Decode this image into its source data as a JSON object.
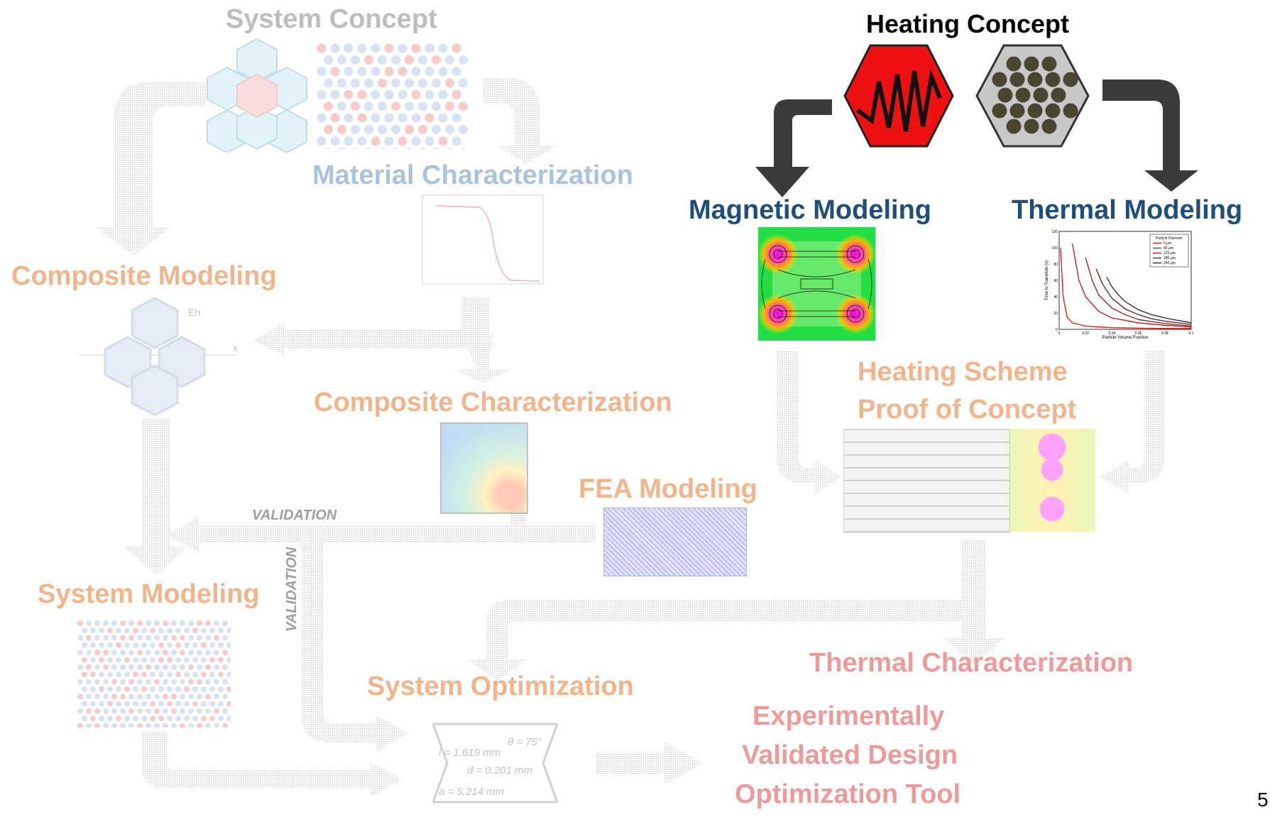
{
  "labels": {
    "system_concept": "System Concept",
    "material_characterization": "Material Characterization",
    "composite_modeling": "Composite Modeling",
    "composite_characterization": "Composite Characterization",
    "fea_modeling": "FEA Modeling",
    "system_modeling": "System Modeling",
    "system_optimization": "System Optimization",
    "heating_concept": "Heating Concept",
    "magnetic_modeling": "Magnetic Modeling",
    "thermal_modeling": "Thermal Modeling",
    "heating_scheme_line1": "Heating Scheme",
    "heating_scheme_line2": "Proof of Concept",
    "thermal_characterization": "Thermal Characterization",
    "outcome_line1": "Experimentally",
    "outcome_line2": "Validated Design",
    "outcome_line3": "Optimization Tool",
    "validation_h": "VALIDATION",
    "validation_v": "VALIDATION",
    "page_number": "5"
  },
  "optimization_figure": {
    "l": "l = 1.619 mm",
    "theta": "θ = 75°",
    "d": "d = 0.201 mm",
    "a": "a = 5.214 mm"
  },
  "composite_figure": {
    "eh_label": "Eh",
    "x_label": "x"
  },
  "thermal_plot": {
    "legend_title": "Particle Diameter",
    "xlabel": "Particle Volume Fraction",
    "ylabel": "Time to Transition (s)",
    "yticks": [
      "0",
      "20",
      "40",
      "60",
      "80",
      "100",
      "120"
    ],
    "xticks": [
      "0",
      "0.02",
      "0.04",
      "0.06",
      "0.08",
      "0.1"
    ]
  },
  "colors": {
    "accent_navy": "#1f4e79",
    "heater_red": "#ee1111",
    "particle_fill": "#4a4530",
    "arrow_dark": "#3b3b3b",
    "arrow_ghost": "#c4c4c4"
  },
  "chart_data": {
    "type": "line",
    "ylim": [
      0,
      120
    ],
    "xlim": [
      0,
      0.1
    ],
    "series": [
      {
        "name": "5 μm",
        "color": "#e3120b",
        "x": [
          0.001,
          0.003,
          0.006,
          0.01,
          0.02,
          0.04,
          0.06,
          0.08,
          0.1
        ],
        "y": [
          100,
          40,
          15,
          8,
          4,
          2,
          1.5,
          1,
          1
        ]
      },
      {
        "name": "65 μm",
        "color": "#c0101a",
        "x": [
          0.01,
          0.015,
          0.02,
          0.03,
          0.04,
          0.06,
          0.08,
          0.1
        ],
        "y": [
          105,
          60,
          40,
          22,
          14,
          8,
          5,
          3
        ]
      },
      {
        "name": "125 μm",
        "color": "#8b1a1a",
        "x": [
          0.02,
          0.025,
          0.03,
          0.04,
          0.05,
          0.06,
          0.08,
          0.1
        ],
        "y": [
          88,
          60,
          42,
          26,
          18,
          12,
          7,
          4
        ]
      },
      {
        "name": "185 μm",
        "color": "#5a1616",
        "x": [
          0.028,
          0.033,
          0.04,
          0.05,
          0.06,
          0.07,
          0.08,
          0.1
        ],
        "y": [
          74,
          55,
          38,
          25,
          18,
          13,
          10,
          6
        ]
      },
      {
        "name": "245 μm",
        "color": "#222222",
        "x": [
          0.036,
          0.04,
          0.045,
          0.05,
          0.06,
          0.07,
          0.08,
          0.1
        ],
        "y": [
          64,
          52,
          42,
          34,
          24,
          18,
          14,
          8
        ]
      }
    ]
  }
}
